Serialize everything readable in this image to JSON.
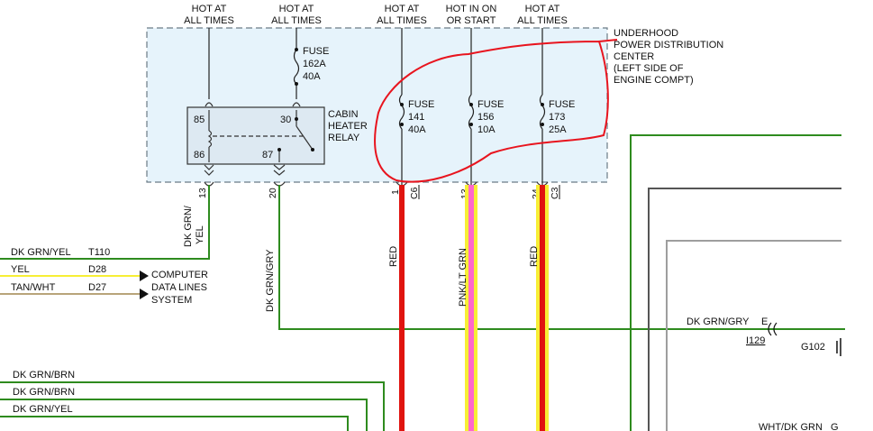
{
  "colors": {
    "box_fill": "#e6f3fb",
    "box_stroke": "#6b7b86",
    "dk_grn": "#2e8b1e",
    "red": "#e0140f",
    "yellow": "#f7ee35",
    "pink": "#ff66cc",
    "gray_dark": "#555555",
    "gray_light": "#9e9e9e",
    "tan": "#b8a47a",
    "annotation": "#e8141e"
  },
  "headers": {
    "h1": [
      "HOT AT",
      "ALL TIMES"
    ],
    "h2": [
      "HOT AT",
      "ALL TIMES"
    ],
    "h3": [
      "HOT AT",
      "ALL TIMES"
    ],
    "h4": [
      "HOT IN ON",
      "OR START"
    ],
    "h5": [
      "HOT AT",
      "ALL TIMES"
    ]
  },
  "pdc": [
    "UNDERHOOD",
    "POWER DISTRIBUTION",
    "CENTER",
    "(LEFT SIDE OF",
    "ENGINE COMPT)"
  ],
  "fuse162": [
    "FUSE",
    "162A",
    "40A"
  ],
  "fuse141": [
    "FUSE",
    "141",
    "40A"
  ],
  "fuse156": [
    "FUSE",
    "156",
    "10A"
  ],
  "fuse173": [
    "FUSE",
    "173",
    "25A"
  ],
  "relay": {
    "label": [
      "CABIN",
      "HEATER",
      "RELAY"
    ],
    "pin85": "85",
    "pin86": "86",
    "pin30": "30",
    "pin87": "87"
  },
  "pins": {
    "p13a": "13",
    "p20": "20",
    "p1": "1",
    "c6": "C6",
    "p13b": "13",
    "p24": "24",
    "c3": "C3"
  },
  "wires": {
    "dkgrn_yel_v": [
      "DK GRN/",
      "YEL"
    ],
    "dkgrn_gry_v": "DK GRN/GRY",
    "red1": "RED",
    "pnk": "PNK/LT GRN",
    "red2": "RED",
    "dkgrn_yel": "DK GRN/YEL",
    "t110": "T110",
    "yel": "YEL",
    "d28": "D28",
    "tan_wht": "TAN/WHT",
    "d27": "D27",
    "computer": [
      "COMPUTER",
      "DATA LINES",
      "SYSTEM"
    ],
    "dkgrn_brn1": "DK GRN/BRN",
    "dkgrn_brn2": "DK GRN/BRN",
    "dkgrn_yel2": "DK GRN/YEL",
    "dkgrn_gry_h": "DK GRN/GRY",
    "conn_e": "E",
    "i129": "I129",
    "g102": "G102",
    "wht_dkgrn": "WHT/DK GRN",
    "conn_g": "G"
  }
}
